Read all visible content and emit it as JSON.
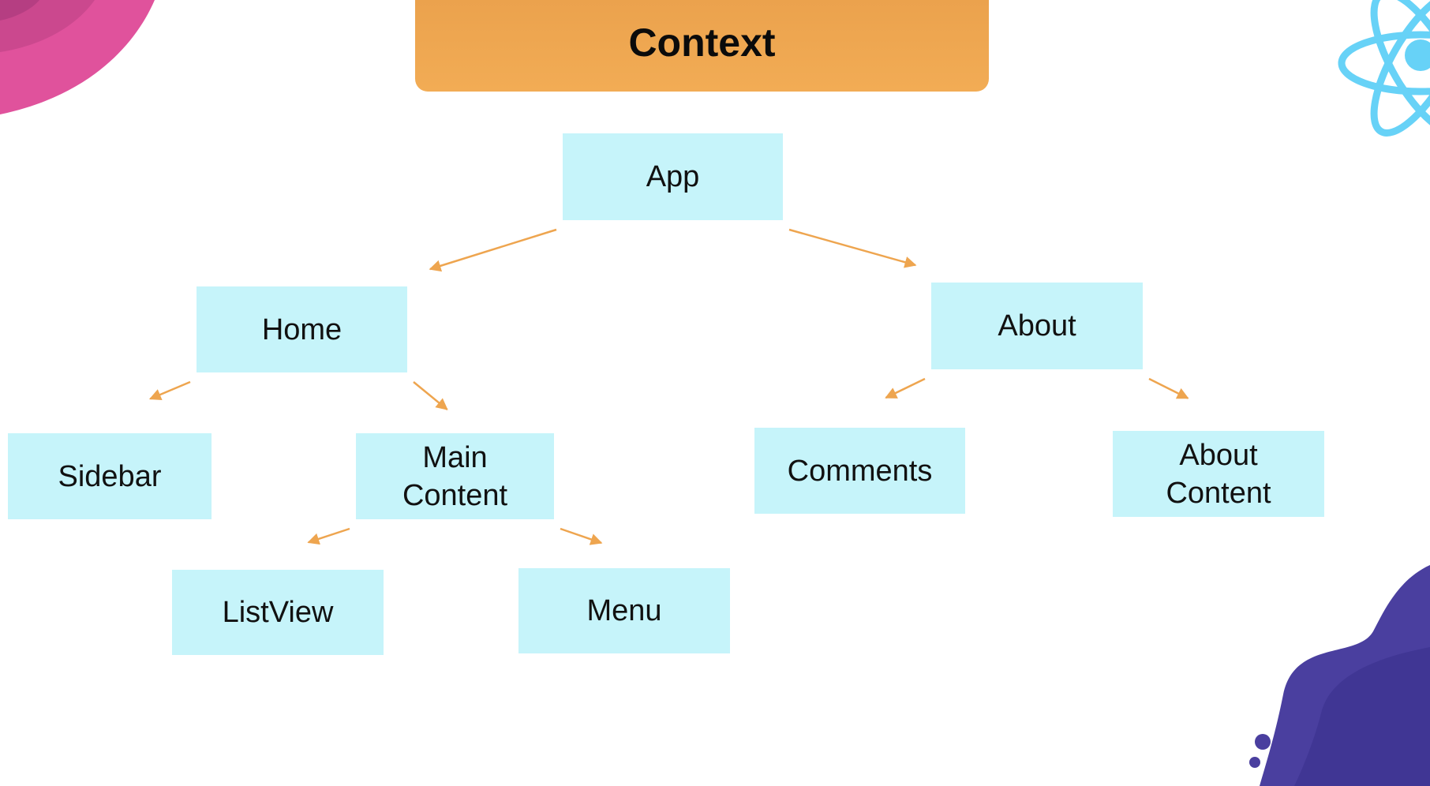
{
  "slide": {
    "title": "Context"
  },
  "nodes": {
    "app": "App",
    "home": "Home",
    "about": "About",
    "sidebar": "Sidebar",
    "main_content": "Main\nContent",
    "comments": "Comments",
    "about_content": "About\nContent",
    "listview": "ListView",
    "menu": "Menu"
  },
  "edges": [
    [
      "app",
      "home"
    ],
    [
      "app",
      "about"
    ],
    [
      "home",
      "sidebar"
    ],
    [
      "home",
      "main_content"
    ],
    [
      "about",
      "comments"
    ],
    [
      "about",
      "about_content"
    ],
    [
      "main_content",
      "listview"
    ],
    [
      "main_content",
      "menu"
    ]
  ],
  "colors": {
    "title_banner": "#f0a852",
    "node_fill": "#c6f4fa",
    "arrow": "#eea54f",
    "corner_pink": "#e0529c",
    "corner_purple": "#4a3f9f",
    "react_logo": "#67d2f7"
  },
  "decorations": {
    "top_left": "pink-blob",
    "top_right": "react-logo-icon",
    "bottom_right": "purple-blob"
  }
}
